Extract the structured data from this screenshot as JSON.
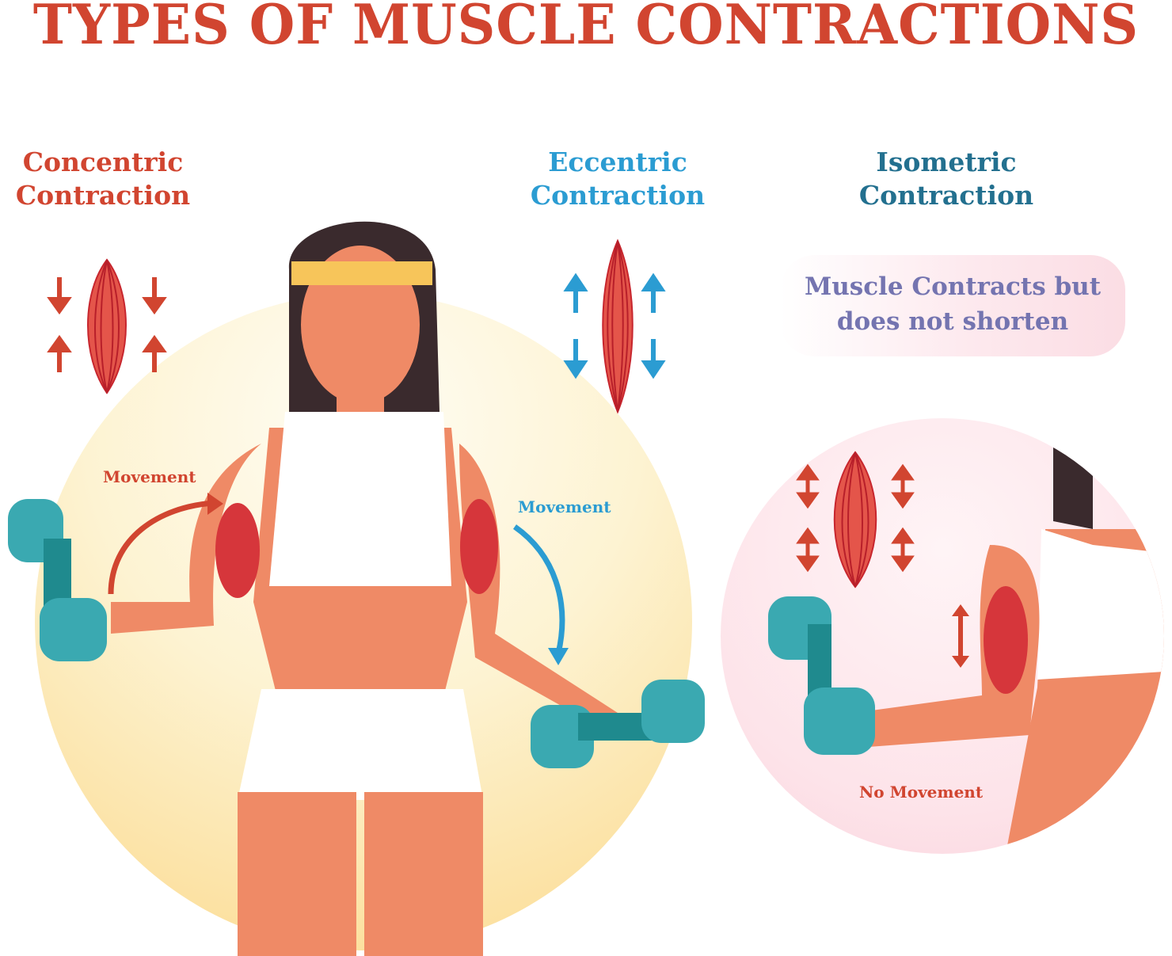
{
  "title": "TYPES OF MUSCLE CONTRACTIONS",
  "sections": {
    "concentric": {
      "line1": "Concentric",
      "line2": "Contraction",
      "movement_label": "Movement",
      "color": "#d14530"
    },
    "eccentric": {
      "line1": "Eccentric",
      "line2": "Contraction",
      "movement_label": "Movement",
      "color": "#2b9cd2"
    },
    "isometric": {
      "line1": "Isometric",
      "line2": "Contraction",
      "description_line1": "Muscle Contracts but",
      "description_line2": "does not shorten",
      "movement_label": "No Movement",
      "color": "#23708f",
      "description_color": "#7474b0"
    }
  },
  "colors": {
    "muscle": "#d6363b",
    "skin": "#ef8a66",
    "hair": "#3a2a2d",
    "headband": "#f7c55a",
    "dumbbell": "#3aa9b1",
    "tendon": "#3da7d0"
  }
}
